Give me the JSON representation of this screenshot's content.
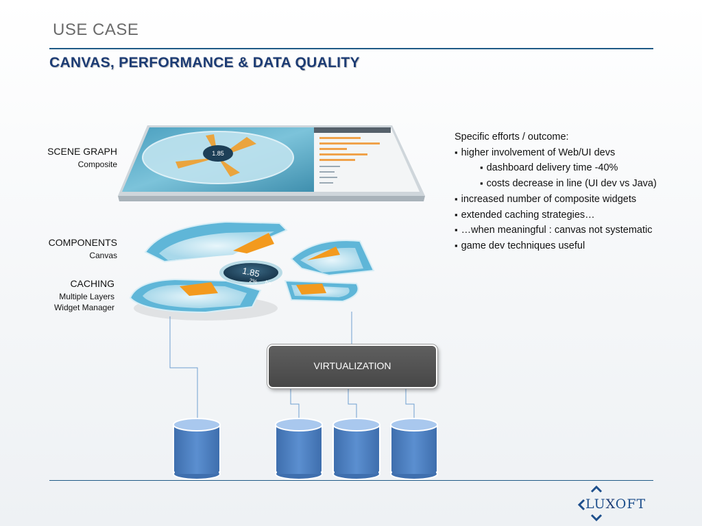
{
  "header": {
    "title": "USE CASE",
    "subtitle": "CANVAS, PERFORMANCE & DATA QUALITY"
  },
  "labels": {
    "scene_graph": {
      "title": "SCENE GRAPH",
      "sub": "Composite"
    },
    "components": {
      "title": "COMPONENTS",
      "sub": "Canvas"
    },
    "caching": {
      "title": "CACHING",
      "sub1": "Multiple Layers",
      "sub2": "Widget Manager"
    }
  },
  "bullets": {
    "heading": "Specific efforts / outcome:",
    "items": [
      {
        "text": "higher involvement of Web/UI devs"
      },
      {
        "text": "dashboard delivery time -40%"
      },
      {
        "text": "costs decrease in line (UI dev vs Java)"
      },
      {
        "text": "increased number of composite widgets"
      },
      {
        "text": "extended caching strategies…"
      },
      {
        "text": "…when meaningful : canvas not systematic"
      },
      {
        "text": "game dev techniques useful"
      }
    ]
  },
  "diagram": {
    "virtualization_label": "VIRTUALIZATION",
    "gauge_value": "1.85",
    "gauge_unit": "bn",
    "gauge_delta": "2%"
  },
  "logo": {
    "prefix": "LU",
    "x": "X",
    "suffix": "OFT"
  },
  "colors": {
    "title_blue": "#1d3c74",
    "rule_blue": "#1f5a86",
    "cylinder_fill": "#4f81bd",
    "connector": "#6f9fd0",
    "chart_orange": "#f39a1e",
    "screen_teal": "#67b4cf"
  }
}
